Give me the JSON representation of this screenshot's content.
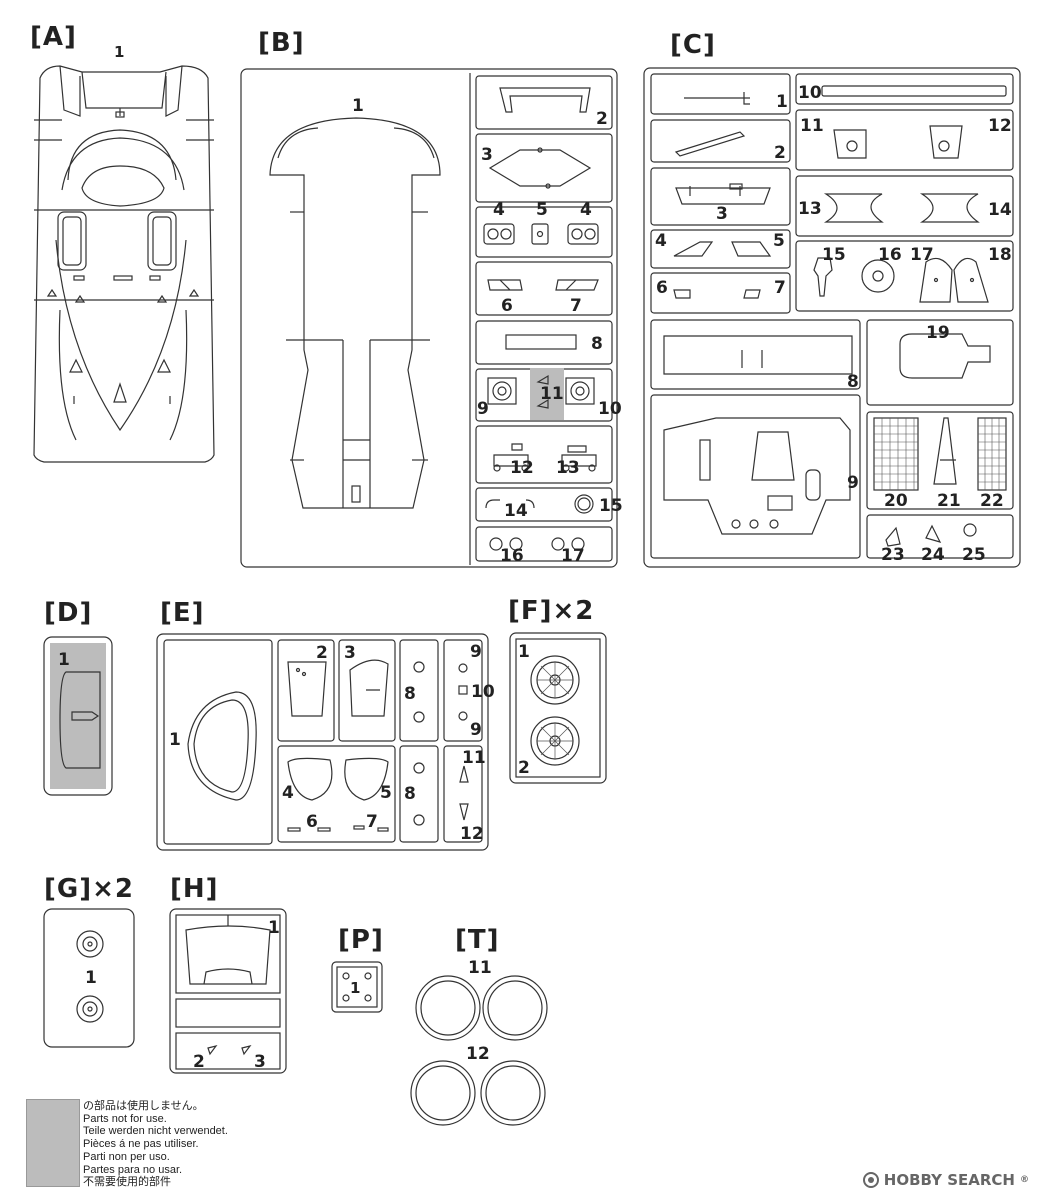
{
  "sprues": {
    "A": {
      "label": "[A]"
    },
    "B": {
      "label": "[B]"
    },
    "C": {
      "label": "[C]"
    },
    "D": {
      "label": "[D]"
    },
    "E": {
      "label": "[E]"
    },
    "F": {
      "label": "[F]×2"
    },
    "G": {
      "label": "[G]×2"
    },
    "H": {
      "label": "[H]"
    },
    "P": {
      "label": "[P]"
    },
    "T": {
      "label": "[T]"
    }
  },
  "part_numbers": {
    "A": [
      "1"
    ],
    "B": [
      "1",
      "2",
      "3",
      "4",
      "5",
      "4",
      "6",
      "7",
      "8",
      "9",
      "11",
      "10",
      "12",
      "13",
      "14",
      "15",
      "16",
      "17"
    ],
    "C": [
      "1",
      "10",
      "2",
      "11",
      "12",
      "3",
      "13",
      "14",
      "4",
      "5",
      "15",
      "16",
      "17",
      "18",
      "6",
      "7",
      "19",
      "8",
      "9",
      "20",
      "21",
      "22",
      "23",
      "24",
      "25"
    ],
    "D": [
      "1"
    ],
    "E": [
      "1",
      "2",
      "3",
      "8",
      "9",
      "10",
      "9",
      "4",
      "5",
      "8",
      "11",
      "6",
      "7",
      "12"
    ],
    "F": [
      "1",
      "2"
    ],
    "G": [
      "1"
    ],
    "H": [
      "1",
      "2",
      "3"
    ],
    "P": [
      "1"
    ],
    "T": [
      "11",
      "12"
    ]
  },
  "legend": {
    "lines": [
      "の部品は使用しません。",
      "Parts not for use.",
      "Teile werden nicht verwendet.",
      "Pièces á ne pas utiliser.",
      "Parti non per uso.",
      "Partes para no usar.",
      "不需要使用的部件"
    ],
    "swatch_color": "#bcbcbc"
  },
  "watermark": {
    "brand": "HOBBY SEARCH",
    "registered": "®"
  }
}
